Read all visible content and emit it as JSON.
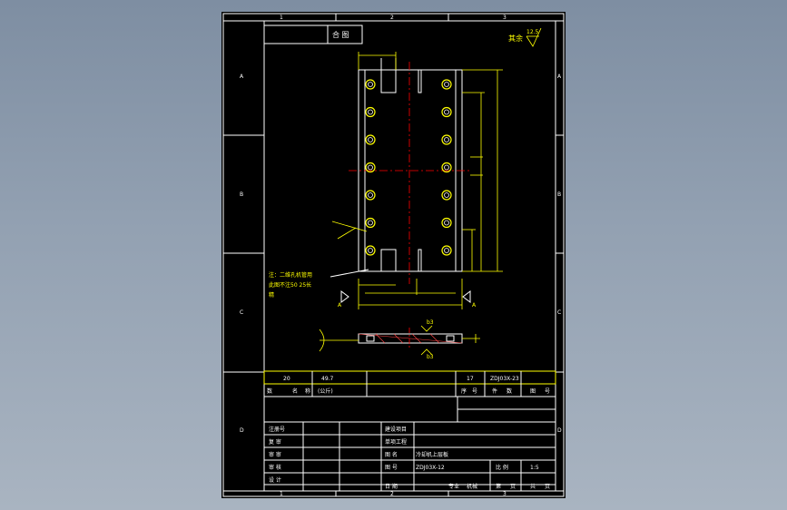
{
  "border": {
    "columns": [
      "1",
      "2",
      "3"
    ],
    "rows": [
      "A",
      "B",
      "C",
      "D"
    ]
  },
  "title_tag": "合 图",
  "surface_roughness": {
    "label": "其余",
    "value": "12.5"
  },
  "note": {
    "line1": "注：二维孔机管用",
    "line2": "此图不注50 25长",
    "line3": "精"
  },
  "section_marks": {
    "left": "A",
    "right": "A",
    "top": "b3",
    "bottom": "b3"
  },
  "bom": {
    "row1": {
      "qty": "20",
      "weight": "49.7",
      "code": "17",
      "drawing": "ZDJ03X-23"
    },
    "header_left": [
      "数",
      "名",
      "称",
      "(公斤)"
    ],
    "header_right": [
      "序",
      "号",
      "件",
      "数",
      "图",
      "号"
    ]
  },
  "title_block": {
    "left_labels": [
      "注册号",
      "复 审",
      "审 审",
      "审 核",
      "设 计"
    ],
    "mid_labels": [
      "建设项目",
      "单项工程",
      "图 名",
      "图 号",
      "日 期"
    ],
    "drawing_name": "冷却机上层板",
    "drawing_no": "ZDJ03X-12",
    "scale_label": "比 例",
    "scale": "1:5",
    "footer": [
      "专业",
      "机械",
      "第",
      "页",
      "共",
      "页"
    ]
  },
  "colors": {
    "sheet": "#000000",
    "lines": "#ffffff",
    "highlight": "#ffff00",
    "center": "#ff0000",
    "dims": "#ffff00",
    "frame": "#ffffff"
  }
}
